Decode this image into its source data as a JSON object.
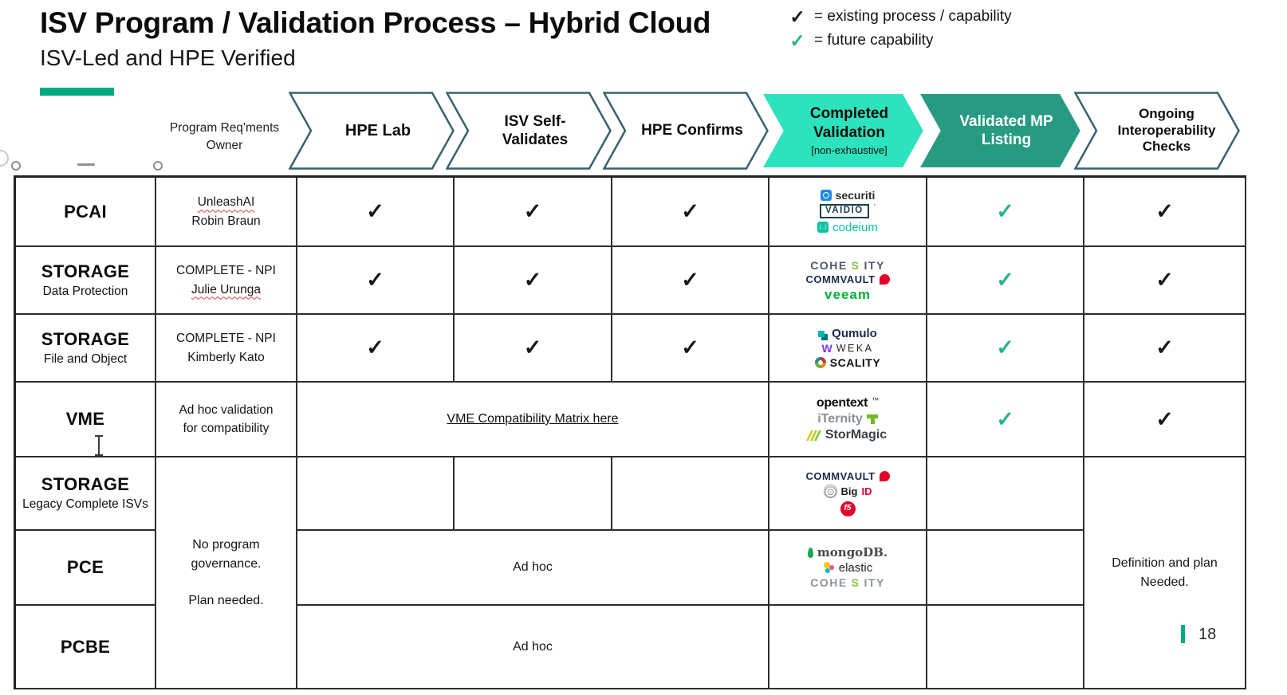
{
  "slide": {
    "title": "ISV Program / Validation Process – Hybrid Cloud",
    "subtitle": "ISV-Led and HPE Verified",
    "page_number": "18"
  },
  "legend": {
    "existing_mark": "✓",
    "existing_label": "= existing process / capability",
    "future_mark": "✓",
    "future_label": "= future capability"
  },
  "header": {
    "owner_col_line1": "Program Req'ments",
    "owner_col_line2": "Owner",
    "steps": {
      "hpe_lab": "HPE Lab",
      "isv_line1": "ISV Self-",
      "isv_line2": "Validates",
      "hpe_confirms": "HPE Confirms",
      "completed_line1": "Completed",
      "completed_line2": "Validation",
      "completed_note": "[non-exhaustive]",
      "validated_line1": "Validated MP",
      "validated_line2": "Listing",
      "ongoing_line1": "Ongoing",
      "ongoing_line2": "Interoperability",
      "ongoing_line3": "Checks"
    }
  },
  "marks": {
    "check": "✓"
  },
  "rows": {
    "pcai": {
      "category": "PCAI",
      "owner_line1": "UnleashAI",
      "owner_line2": "Robin Braun"
    },
    "storage_dp": {
      "category": "STORAGE",
      "category_sub": "Data Protection",
      "owner_line1": "COMPLETE - NPI",
      "owner_line2": "Julie Urunga"
    },
    "storage_fo": {
      "category": "STORAGE",
      "category_sub": "File and Object",
      "owner_line1": "COMPLETE - NPI",
      "owner_line2": "Kimberly Kato"
    },
    "vme": {
      "category": "VME",
      "owner_line1": "Ad hoc validation",
      "owner_line2": "for compatibility",
      "link": "VME Compatibility Matrix here"
    },
    "storage_legacy": {
      "category": "STORAGE",
      "category_sub": "Legacy Complete ISVs"
    },
    "pce": {
      "category": "PCE",
      "adhoc": "Ad hoc"
    },
    "pcbe": {
      "category": "PCBE",
      "adhoc": "Ad hoc"
    }
  },
  "shared": {
    "no_governance_line1": "No program governance.",
    "no_governance_line2": "Plan needed.",
    "definition_needed": "Definition and plan Needed."
  },
  "logos": {
    "securiti": "securiti",
    "vaidio": "VAIDIO",
    "vaidio_mark": "’",
    "codeium_icon": "(..)",
    "codeium": "codeium",
    "cohesity_pre": "COHE",
    "cohesity_s": "S",
    "cohesity_post": "ITY",
    "commvault": "COMMVAULT",
    "veeam": "veeam",
    "qumulo": "Qumulo",
    "weka_icon": "W",
    "weka": "WEKA",
    "scality": "SCALITY",
    "opentext": "opentext",
    "opentext_mark": "™",
    "iternity": "iTernity",
    "stormagic": "StorMagic",
    "bigid_big": "Big",
    "bigid_id": "ID",
    "f5": "f5",
    "mongodb": "mongoDB.",
    "elastic": "elastic"
  },
  "colors": {
    "hpe_green": "#01A982",
    "chevron_turquoise": "#2CE3BD",
    "chevron_teal": "#279B81",
    "future_check_green": "#2AB287"
  }
}
